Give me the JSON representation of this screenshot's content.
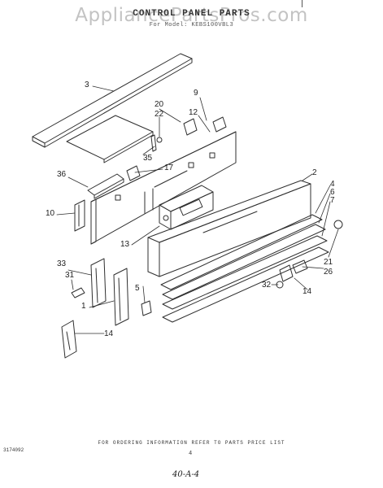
{
  "watermark": "AppliancePartsPros.com",
  "title": "CONTROL PANEL PARTS",
  "subtitle": "For Model: KEBS100VBL3",
  "callouts": [
    {
      "id": "c1",
      "label": "1"
    },
    {
      "id": "c2",
      "label": "2"
    },
    {
      "id": "c3",
      "label": "3"
    },
    {
      "id": "c4",
      "label": "4"
    },
    {
      "id": "c5",
      "label": "5"
    },
    {
      "id": "c6",
      "label": "6"
    },
    {
      "id": "c7",
      "label": "7"
    },
    {
      "id": "c9",
      "label": "9"
    },
    {
      "id": "c10",
      "label": "10"
    },
    {
      "id": "c12",
      "label": "12"
    },
    {
      "id": "c13",
      "label": "13"
    },
    {
      "id": "c14a",
      "label": "14"
    },
    {
      "id": "c14b",
      "label": "14"
    },
    {
      "id": "c17",
      "label": "17"
    },
    {
      "id": "c20",
      "label": "20"
    },
    {
      "id": "c21",
      "label": "21"
    },
    {
      "id": "c22",
      "label": "22"
    },
    {
      "id": "c26",
      "label": "26"
    },
    {
      "id": "c31",
      "label": "31"
    },
    {
      "id": "c32",
      "label": "32"
    },
    {
      "id": "c33",
      "label": "33"
    },
    {
      "id": "c35",
      "label": "35"
    },
    {
      "id": "c36",
      "label": "36"
    }
  ],
  "footer_note": "FOR ORDERING INFORMATION REFER TO PARTS PRICE LIST",
  "doc_number": "3174092",
  "page_number": "4",
  "handwritten": "40-A-4"
}
